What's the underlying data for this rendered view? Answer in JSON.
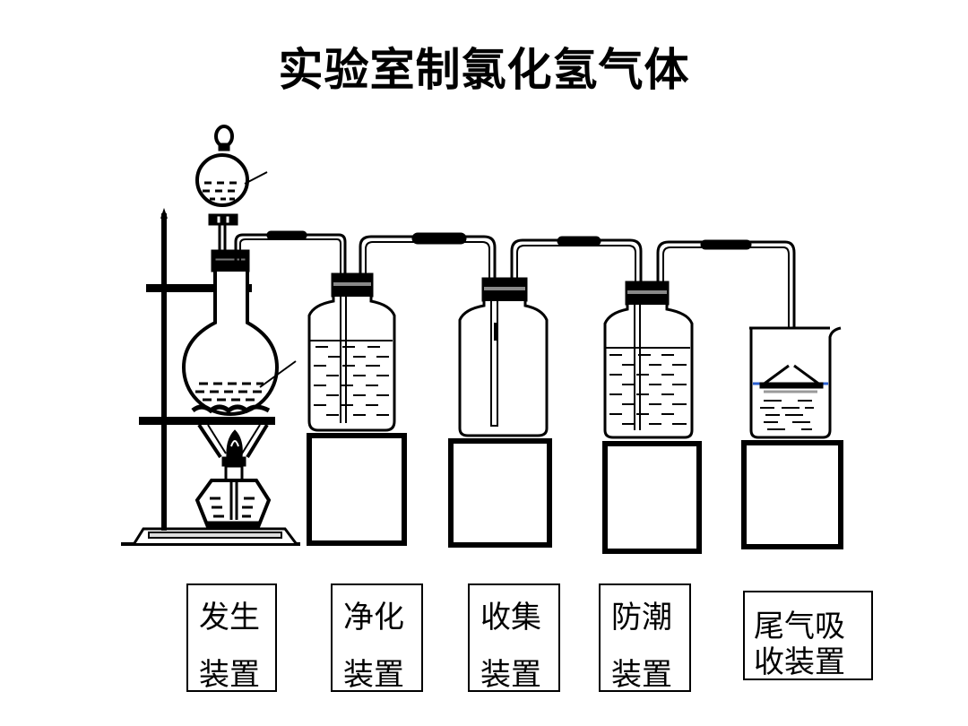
{
  "title": "实验室制氯化氢气体",
  "colors": {
    "line": "#000000",
    "water_line": "#2a5fd0",
    "background": "#ffffff"
  },
  "apparatus": [
    {
      "id": "generator",
      "description": "separatory funnel + round-bottom flask on iron stand heated by alcohol lamp",
      "contains_liquid": true
    },
    {
      "id": "purifier",
      "description": "gas washing bottle, long inlet tube into liquid",
      "contains_liquid": true
    },
    {
      "id": "collector",
      "description": "gas collecting bottle, long inlet tube, empty",
      "contains_liquid": false
    },
    {
      "id": "dryer",
      "description": "gas washing bottle, long inlet tube into liquid",
      "contains_liquid": true
    },
    {
      "id": "absorber",
      "description": "beaker with inverted funnel touching water surface",
      "contains_liquid": true
    }
  ],
  "labels": [
    {
      "line1": "发生",
      "line2": "装置"
    },
    {
      "line1": "净化",
      "line2": "装置"
    },
    {
      "line1": "收集",
      "line2": "装置"
    },
    {
      "line1": "防潮",
      "line2": "装置"
    },
    {
      "line1": "尾气吸",
      "line2": "收装置"
    }
  ]
}
